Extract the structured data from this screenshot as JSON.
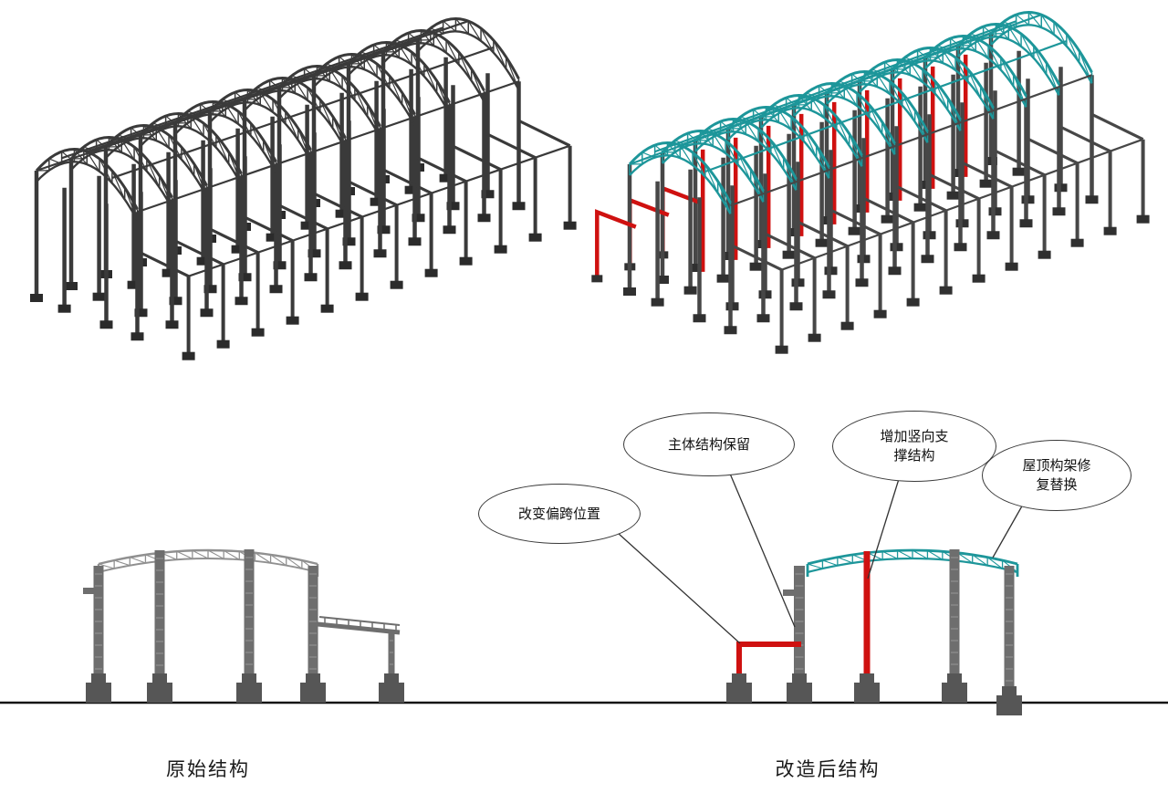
{
  "captions": {
    "original": "原始结构",
    "renovated": "改造后结构"
  },
  "callouts": [
    {
      "label": "改变偏跨位置"
    },
    {
      "label": "主体结构保留"
    },
    {
      "label": "增加竖向支\n撑结构"
    },
    {
      "label": "屋顶构架修\n复替换"
    }
  ],
  "colors": {
    "dark_steel": "#3a3a3a",
    "steel_gray": "#6e6e6e",
    "light_steel": "#909090",
    "teal": "#1d969a",
    "red": "#cf1110",
    "pad_gray": "#565656",
    "ground": "#151515",
    "leader": "#333333"
  }
}
